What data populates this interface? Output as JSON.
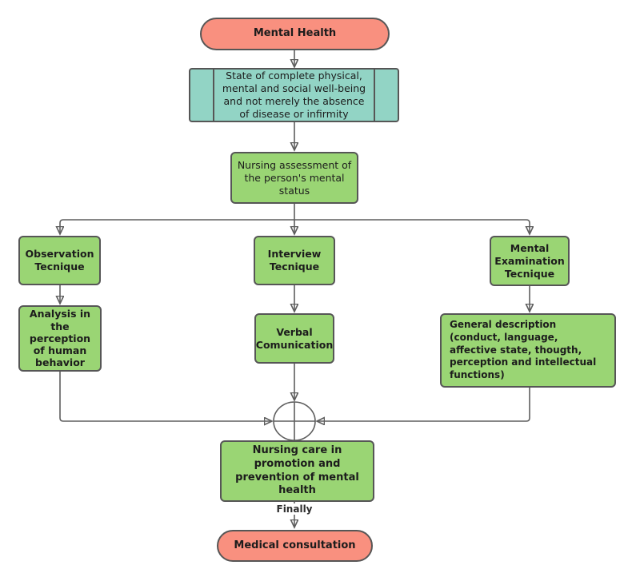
{
  "diagram": {
    "type": "flowchart",
    "topic": "Mental Health nursing assessment",
    "colors": {
      "node_green": "#9ad574",
      "node_teal": "#92d4c5",
      "node_salmon": "#f9907f",
      "node_border": "#565656",
      "connector": "#5e5e5e",
      "text": "#1c1c1c"
    },
    "nodes": {
      "mental_health": {
        "label": "Mental Health",
        "shape": "terminator"
      },
      "who_definition": {
        "label": "State of complete physical, mental and social well-being and not merely the absence of disease or infirmity",
        "shape": "predefined-process"
      },
      "nursing_assessment": {
        "label": "Nursing assessment of the person's mental status",
        "shape": "process"
      },
      "observation_technique": {
        "label": "Observation Tecnique",
        "shape": "process"
      },
      "interview_technique": {
        "label": "Interview Tecnique",
        "shape": "process"
      },
      "mental_examination_technique": {
        "label": "Mental Examination Tecnique",
        "shape": "process"
      },
      "analysis_perception": {
        "label": "Analysis in the perception of human behavior",
        "shape": "process"
      },
      "verbal_communication": {
        "label": "Verbal Comunication",
        "shape": "process"
      },
      "general_description": {
        "label": "General description (conduct, language, affective state, thougth, perception and intellectual functions)",
        "shape": "process"
      },
      "nursing_care": {
        "label": "Nursing care in promotion and prevention of mental health",
        "shape": "process"
      },
      "medical_consultation": {
        "label": "Medical consultation",
        "shape": "terminator"
      }
    },
    "junction": {
      "shape": "summing-junction"
    },
    "connector_labels": {
      "finally": "Finally"
    }
  }
}
